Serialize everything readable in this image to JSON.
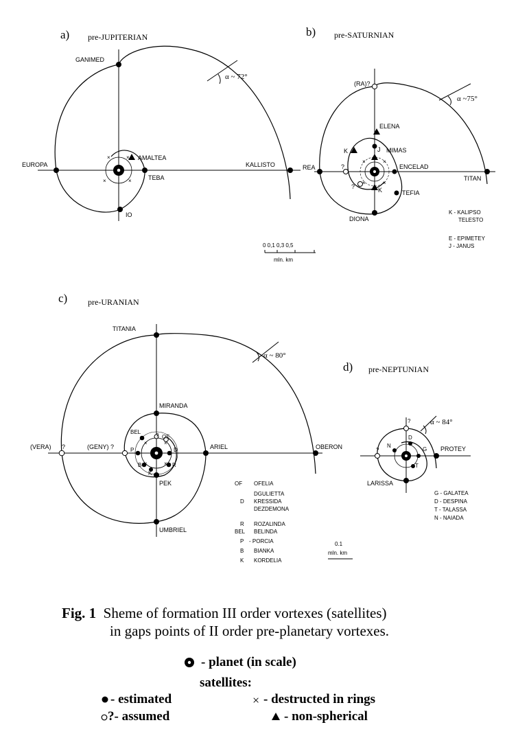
{
  "panels": {
    "a": {
      "letter": "a)",
      "title": "pre-JUPITERIAN",
      "alpha": "α ~ 72°",
      "labels": {
        "ganimed": "GANIMED",
        "europa": "EUROPA",
        "amaltea": "AMALTEA",
        "teba": "TEBA",
        "kallisto": "KALLISTO",
        "io": "IO"
      }
    },
    "b": {
      "letter": "b)",
      "title": "pre-SATURNIAN",
      "alpha": "α ~75°",
      "labels": {
        "ra": "(RA)?",
        "elena": "ELENA",
        "mimas": "MIMAS",
        "rea": "REA",
        "encelad": "ENCELAD",
        "titan": "TITAN",
        "tefia": "TEFIA",
        "diona": "DIONA",
        "k": "K",
        "j": "J",
        "q1": "?",
        "q2": "?"
      },
      "notes": [
        "K - KALIPSO",
        "TELESTO",
        "E - EPIMETEY",
        "J - JANUS"
      ],
      "scale": {
        "ticks": "0  0,1   0,3   0,5",
        "unit": "mln. km"
      }
    },
    "c": {
      "letter": "c)",
      "title": "pre-URANIAN",
      "alpha": "α ~ 80°",
      "labels": {
        "titania": "TITANIA",
        "miranda": "MIRANDA",
        "vera": "(VERA)",
        "q1": "?",
        "geny": "(GENY) ?",
        "ariel": "ARIEL",
        "oberon": "OBERON",
        "pek": "PEK",
        "umbriel": "UMBRIEL",
        "bel": "BEL",
        "of": "OF",
        "p": "P",
        "d": "D",
        "b": "B",
        "r": "R",
        "k": "K",
        "q2": "?"
      },
      "notes": [
        {
          "abbr": "OF",
          "name": "OFELIA"
        },
        {
          "abbr": "",
          "name": "DGULIETTA"
        },
        {
          "abbr": "D",
          "name": "KRESSIDA"
        },
        {
          "abbr": "",
          "name": "DEZDEMONA"
        },
        {
          "abbr": "R",
          "name": "ROZALINDA"
        },
        {
          "abbr": "BEL",
          "name": "BELINDA"
        },
        {
          "abbr": "P",
          "name": "- PORCIA"
        },
        {
          "abbr": "B",
          "name": "BIANKA"
        },
        {
          "abbr": "K",
          "name": "KORDELIA"
        }
      ],
      "scale": {
        "value": "0.1",
        "unit": "mln. km"
      }
    },
    "d": {
      "letter": "d)",
      "title": "pre-NEPTUNIAN",
      "alpha": "α ~ 84°",
      "labels": {
        "protey": "PROTEY",
        "larissa": "LARISSA",
        "q1": "?",
        "q2": "?",
        "n": "N",
        "d": "D",
        "g": "G",
        "t": "T"
      },
      "notes": [
        "G - GALATEA",
        "D - DESPINA",
        "T - TALASSA",
        "N - NAIADA"
      ]
    }
  },
  "caption": {
    "fig": "Fig. 1",
    "line1": "Sheme of formation III order vortexes (satellites)",
    "line2": "in gaps points of II order pre-planetary vortexes."
  },
  "legend": {
    "planet": "- planet (in scale)",
    "satellites": "satellites:",
    "estimated": "- estimated",
    "assumed": "?- assumed",
    "destructed": "- destructed in rings",
    "nonspherical": "- non-spherical"
  }
}
